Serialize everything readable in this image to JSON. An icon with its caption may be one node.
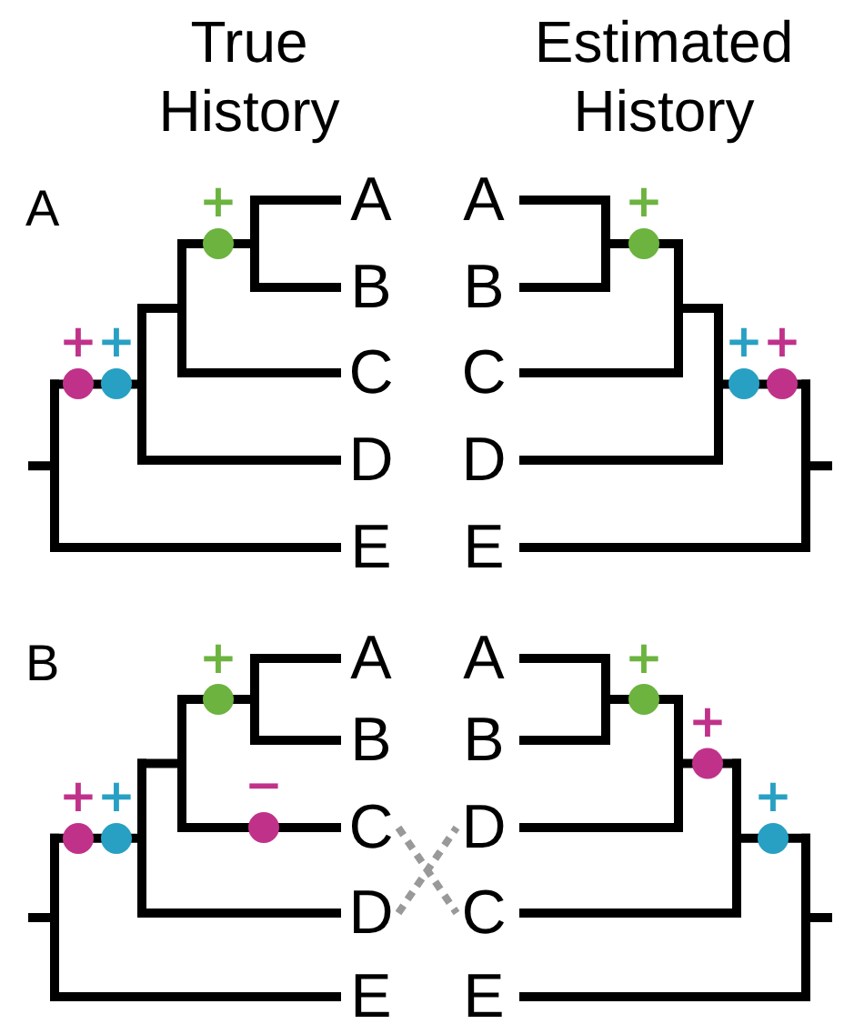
{
  "diagram": {
    "nodes": [
      {
        "text": [
          "A"
        ]
      },
      {
        "text": [
          "B"
        ]
      },
      {
        "text": [
          "C"
        ]
      },
      {
        "text": [
          "D"
        ]
      },
      {
        "text": [
          "E"
        ]
      },
      {
        "text": [
          "A"
        ]
      },
      {
        "text": [
          "B"
        ]
      },
      {
        "text": [
          "C"
        ]
      },
      {
        "text": [
          "D"
        ]
      },
      {
        "text": [
          "E"
        ]
      },
      {
        "text": [
          "A"
        ]
      },
      {
        "text": [
          "B"
        ]
      },
      {
        "text": [
          "C"
        ]
      },
      {
        "text": [
          "D"
        ]
      },
      {
        "text": [
          "E"
        ]
      },
      {
        "text": [
          "A"
        ]
      },
      {
        "text": [
          "B"
        ]
      },
      {
        "text": [
          "D"
        ]
      },
      {
        "text": [
          "C"
        ]
      },
      {
        "text": [
          "E"
        ]
      }
    ],
    "edges": [
      {
        "from": 12,
        "to": 18,
        "arrow": "none",
        "style": "dashed",
        "color": "#999999"
      },
      {
        "from": 13,
        "to": 17,
        "arrow": "none",
        "style": "dashed",
        "color": "#999999"
      }
    ],
    "labels": [
      "True History",
      "Estimated History",
      "A",
      "+",
      "+",
      "+",
      "+",
      "+",
      "+",
      "B",
      "+",
      "+",
      "+",
      "+",
      "+",
      "−",
      "+"
    ]
  }
}
